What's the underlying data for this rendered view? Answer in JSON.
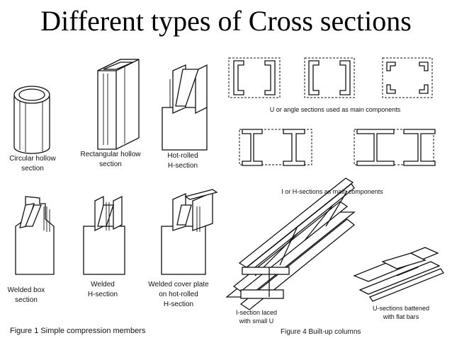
{
  "title": "Different types of Cross sections",
  "figure1": {
    "caption": "Figure 1   Simple compression members",
    "labels": {
      "circular_hollow": [
        "Circular hollow",
        "section"
      ],
      "rectangular_hollow": [
        "Rectangular hollow",
        "section"
      ],
      "hot_rolled": [
        "Hot-rolled",
        "H-section"
      ],
      "welded_box": [
        "Welded box",
        "section"
      ],
      "welded_h": [
        "Welded",
        "H-section"
      ],
      "welded_cover": [
        "Welded cover plate",
        "on hot-rolled",
        "H-section"
      ]
    }
  },
  "figure4": {
    "caption": "Figure 4   Built-up columns",
    "u_sections_caption": "U or angle sections used as main components",
    "i_sections_caption": "I or H-sections as main components",
    "laced_label": [
      "I-section laced",
      "with small U"
    ],
    "battened_label": [
      "U-sections battened",
      "with flat bars"
    ]
  }
}
